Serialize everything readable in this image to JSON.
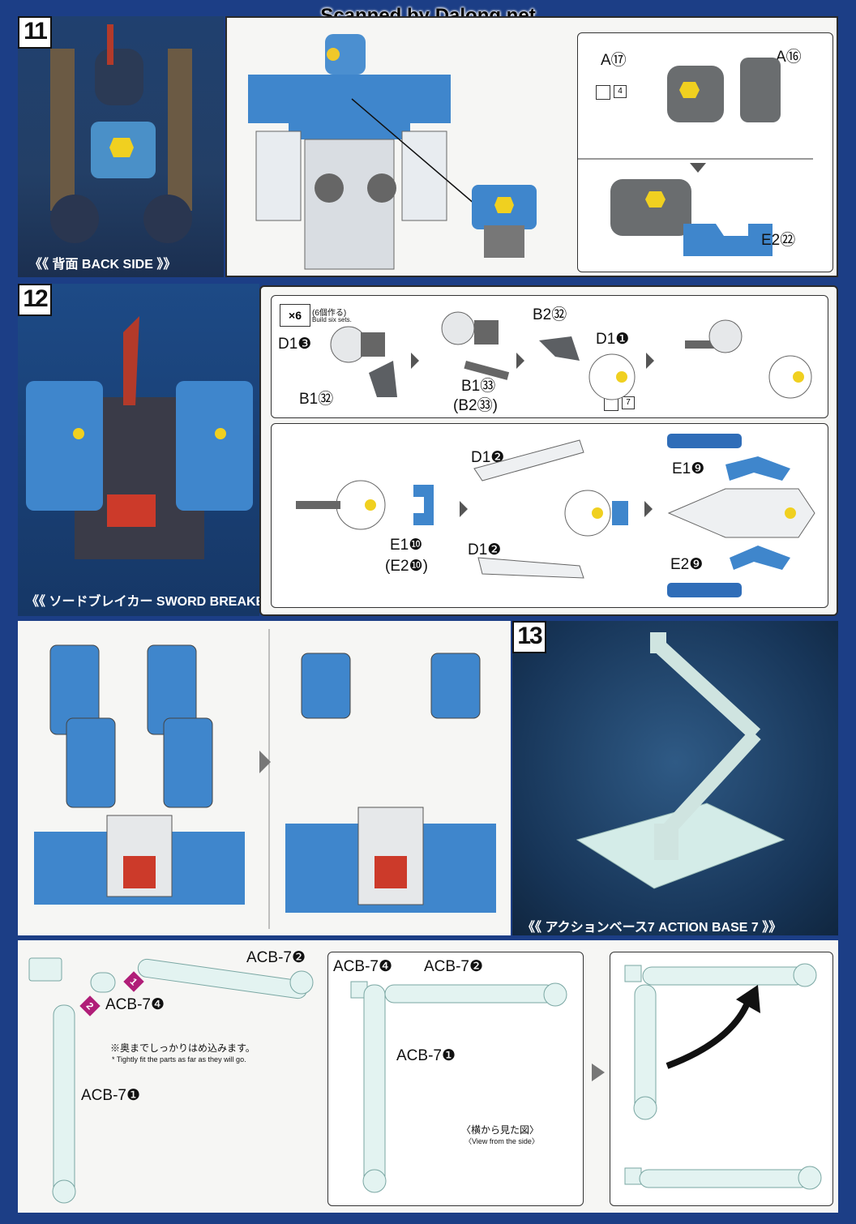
{
  "watermark": "Scanned by Dalong.net",
  "step11": {
    "number": "11",
    "back_caption": "《《 背面  BACK SIDE 》》",
    "label_a17": "A⑰",
    "label_a16": "A⑯",
    "label_e2_22": "E2㉒",
    "ref_badge": "4"
  },
  "step12": {
    "number": "12",
    "caption": "《《 ソードブレイカー  SWORD BREAKER 》》",
    "times": "×6",
    "times_jp": "(6個作る)",
    "times_en": "Build six sets.",
    "label_d1_3": "D1❸",
    "label_b1_32": "B1㉜",
    "label_b1_33": "B1㉝",
    "label_b2_33": "(B2㉝)",
    "label_b2_32": "B2㉜",
    "label_d1_1": "D1❶",
    "ref_badge": "7",
    "label_e1_10": "E1❿",
    "label_e2_10": "(E2❿)",
    "label_d1_2_top": "D1❷",
    "label_d1_2_bottom": "D1❷",
    "label_e1_9": "E1❾",
    "label_e2_9": "E2❾"
  },
  "step13": {
    "number": "13",
    "caption": "《《 アクションベース7  ACTION BASE 7 》》",
    "label_acb7_2": "ACB-7❷",
    "label_acb7_4": "ACB-7❹",
    "label_acb7_1": "ACB-7❶",
    "note_jp": "※奥までしっかりはめ込みます。",
    "note_en": "* Tightly fit the parts as far as they will go.",
    "mid_acb7_4": "ACB-7❹",
    "mid_acb7_2": "ACB-7❷",
    "mid_acb7_1": "ACB-7❶",
    "side_view_jp": "〈横から見た図〉",
    "side_view_en": "〈View from the side〉",
    "badge_1": "1",
    "badge_2": "2"
  }
}
